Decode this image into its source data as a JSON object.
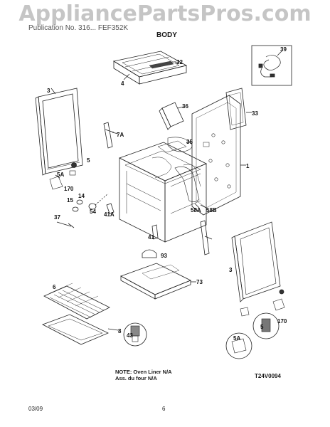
{
  "header": {
    "watermark": "AppliancePartsPros.com",
    "model": "Publication No. 316... FEF352K",
    "section": "BODY"
  },
  "callouts": {
    "p1": "1",
    "p3a": "3",
    "p3b": "3",
    "p4": "4",
    "p5a": "5",
    "p5b": "5",
    "p5Aa": "5A",
    "p5Ab": "5A",
    "p6": "6",
    "p7A": "7A",
    "p8": "8",
    "p14": "14",
    "p15": "15",
    "p32": "32",
    "p33": "33",
    "p35": "35",
    "p36": "36",
    "p37": "37",
    "p39": "39",
    "p41": "41",
    "p41A": "41A",
    "p43": "43",
    "p54": "54",
    "p58A": "58A",
    "p58B": "58B",
    "p73": "73",
    "p93": "93",
    "p170a": "170",
    "p170b": "170"
  },
  "footer": {
    "note_line1": "NOTE: Oven Liner N/A",
    "note_line2": "Ass. du four N/A",
    "diagram_code": "T24V0094",
    "date": "03/09",
    "page_number": "6"
  }
}
